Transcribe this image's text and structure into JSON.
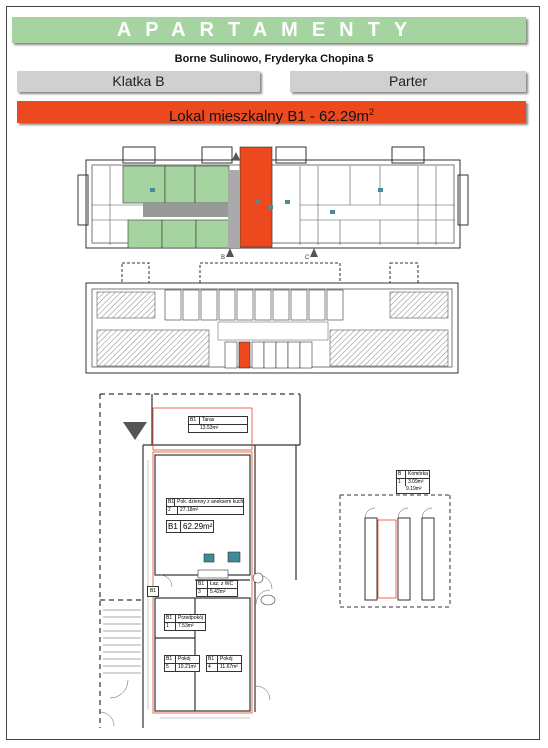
{
  "header": {
    "title": "APARTAMENTY",
    "address": "Borne Sulinowo, Fryderyka Chopina 5",
    "staircase": "Klatka B",
    "floor": "Parter",
    "unit_label": "Lokal mieszkalny B1 - 62.29m",
    "unit_sup": "2"
  },
  "plan": {
    "marker_b": "B",
    "marker_c": "C",
    "terrace_id": "B1",
    "terrace_name": "Taras",
    "terrace_area": "13.53m²",
    "living_id": "B1",
    "living_name": "Pok. dzienny z aneksem kuch.",
    "living_num": "2",
    "living_area": "27.18m²",
    "unit_total_id": "B1",
    "unit_total_area": "62.29m²",
    "bath_id": "B1",
    "bath_name": "Łaz. z WC",
    "bath_num": "3",
    "bath_area": "5.42m²",
    "hall_id": "B1",
    "hall_name": "Przedpokój",
    "hall_num": "1",
    "hall_area": "7.53m²",
    "room1_id": "B1",
    "room1_name": "Pokój",
    "room1_num": "5",
    "room1_area": "10.21m²",
    "room2_id": "B1",
    "room2_name": "Pokój",
    "room2_num": "4",
    "room2_area": "11.67m²",
    "door_tag": "B1",
    "storage_id": "B",
    "storage_name": "Komórka",
    "storage_num": "1",
    "storage_area1": "3.09m²",
    "storage_area2": "9.19m²"
  },
  "colors": {
    "green": "#a6d4a0",
    "red": "#ec4a1e",
    "grey": "#d0d0d0"
  }
}
